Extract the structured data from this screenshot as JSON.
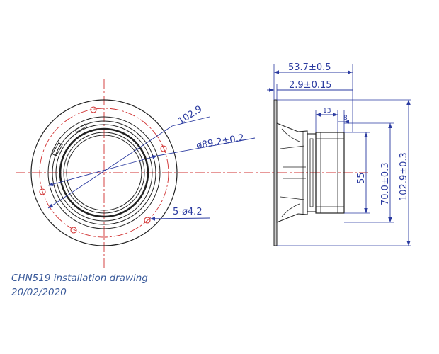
{
  "colors": {
    "outline": "#222222",
    "centerline": "#d03030",
    "dimension": "#2a3aa0",
    "caption": "#3a5a9a"
  },
  "front_view": {
    "dim_outer_diameter": "102.9",
    "dim_cutout_diameter": "ø89.2±0.2",
    "dim_holes": "5-ø4.2"
  },
  "side_view": {
    "dim_depth": "53.7±0.5",
    "dim_flange": "2.9±0.15",
    "dim_magnet_offset": "13",
    "dim_magnet_step": "8",
    "dim_magnet_diameter": "55",
    "dim_basket_diameter": "70.0±0.3",
    "dim_overall_height": "102.9±0.3"
  },
  "caption": {
    "title": "CHN519 installation drawing",
    "date": "20/02/2020"
  }
}
